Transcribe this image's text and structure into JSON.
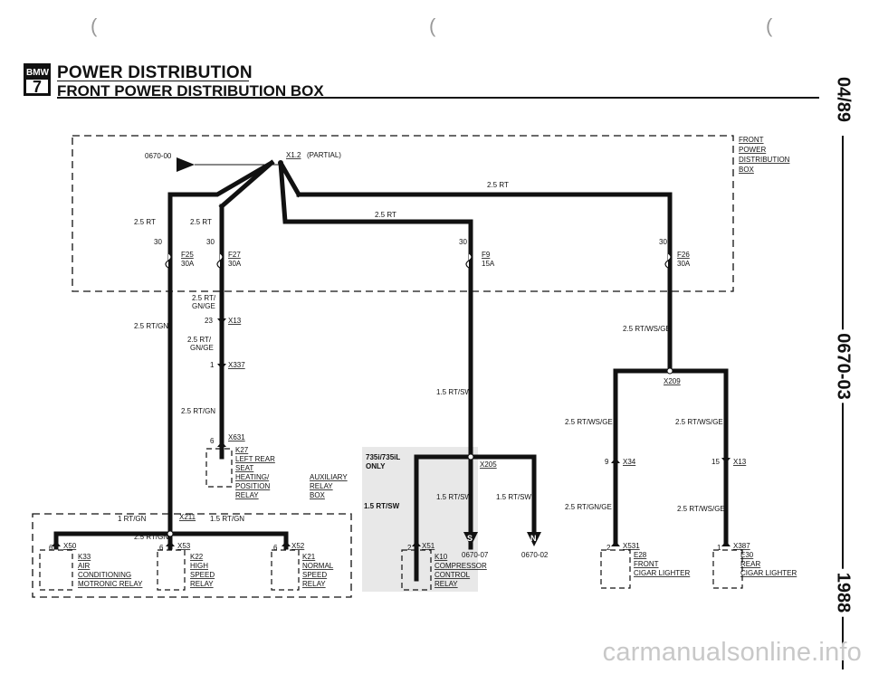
{
  "header": {
    "logo_top": "BMW",
    "logo_num": "7",
    "title": "POWER DISTRIBUTION",
    "subtitle": "FRONT POWER DISTRIBUTION BOX"
  },
  "sidebar": {
    "date": "04/89",
    "code": "0670-03",
    "year": "1988"
  },
  "watermark": "carmanualsonline.info",
  "diagram": {
    "box_label": [
      "FRONT",
      "POWER",
      "DISTRIBUTION",
      "BOX"
    ],
    "ref_0670_00": "0670-00",
    "x12": "X1.2",
    "x12_partial": "(PARTIAL)",
    "wire_top": "2.5 RT",
    "wire_mid": "2.5 RT",
    "w_left1": "2.5 RT",
    "w_left2": "2.5 RT",
    "pin30a": "30",
    "pin30b": "30",
    "pin30c": "30",
    "pin30d": "30",
    "f25": "F25",
    "f25a": "30A",
    "f27": "F27",
    "f27a": "30A",
    "f9": "F9",
    "f9a": "15A",
    "f26": "F26",
    "f26a": "30A",
    "w_rtgn_a1": "2.5 RT/",
    "w_rtgn_a2": "GN/GE",
    "w_rtgn_left": "2.5 RT/GN",
    "pin23": "23",
    "x13a": "X13",
    "w_rtgn_b1": "2.5 RT/",
    "w_rtgn_b2": "GN/GE",
    "pin1": "1",
    "x337": "X337",
    "w_rtgn_c": "2.5 RT/GN",
    "pin6a": "6",
    "x631": "X631",
    "k27": [
      "K27",
      "LEFT REAR",
      "SEAT",
      "HEATING/",
      "POSITION",
      "RELAY"
    ],
    "aux": [
      "AUXILIARY",
      "RELAY",
      "BOX"
    ],
    "w_1rtgn": "1 RT/GN",
    "x211": "X211",
    "w_15rtgn": "1.5 RT/GN",
    "w_25rtgn_b": "2.5 RT/GN",
    "pin6b": "6",
    "x50": "X50",
    "k33": [
      "K33",
      "AIR",
      "CONDITIONING",
      "MOTRONIC RELAY"
    ],
    "pin6c": "6",
    "x53": "X53",
    "k22": [
      "K22",
      "HIGH",
      "SPEED",
      "RELAY"
    ],
    "pin6d": "6",
    "x52": "X52",
    "k21": [
      "K21",
      "NORMAL",
      "SPEED",
      "RELAY"
    ],
    "w_15rtsw": "1.5 RT/SW",
    "only1": "735i/735iL",
    "only2": "ONLY",
    "x205": "X205",
    "w_15rtsw_b": "1.5 RT/SW",
    "w_15rtsw_c": "1.5 RT/SW",
    "w_15rtsw_d": "1.5 RT/SW",
    "conn_s": "S",
    "conn_n": "N",
    "ref_0670_07": "0670-07",
    "ref_0670_02": "0670-02",
    "pin2": "2",
    "x51": "X51",
    "k10": [
      "K10",
      "COMPRESSOR",
      "CONTROL",
      "RELAY"
    ],
    "w_rtwsge": "2.5 RT/WS/GE",
    "x209": "X209",
    "w_rtwsge_l": "2.5 RT/WS/GE",
    "w_rtwsge_r": "2.5 RT/WS/GE",
    "pin9": "9",
    "x34": "X34",
    "pin15": "15",
    "x13b": "X13",
    "w_rtgnge": "2.5 RT/GN/GE",
    "w_rtwsge_r2": "2.5 RT/WS/GE",
    "pin2b": "2",
    "x531": "X531",
    "e28": [
      "E28",
      "FRONT",
      "CIGAR LIGHTER"
    ],
    "pin1b": "1",
    "x387": "X387",
    "e30": [
      "E30",
      "REAR",
      "CIGAR LIGHTER"
    ],
    "marks": [
      "(",
      "(",
      "("
    ]
  }
}
